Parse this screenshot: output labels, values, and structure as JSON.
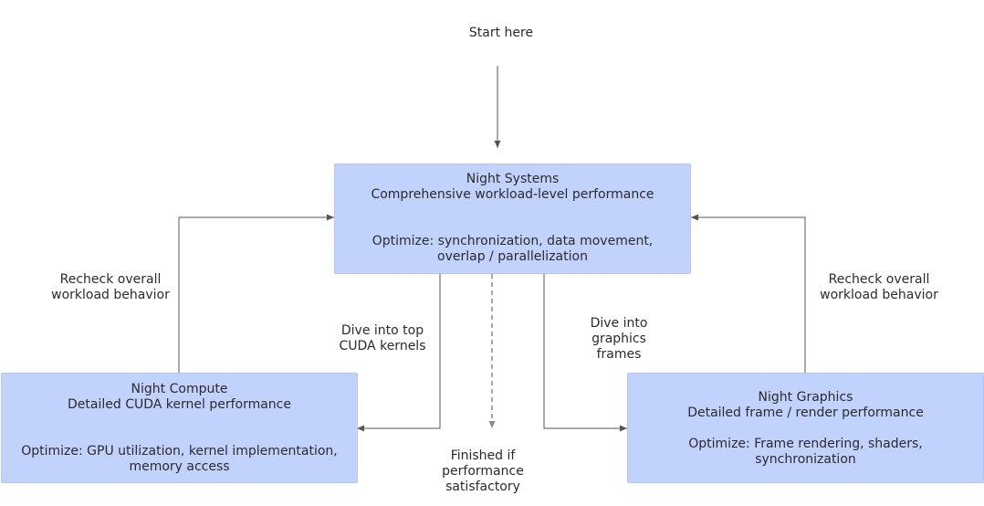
{
  "start": "Start here",
  "systems": {
    "title": "Night Systems",
    "subtitle": "Comprehensive workload-level performance",
    "optimize_1": "Optimize: synchronization, data movement,",
    "optimize_2": "overlap / parallelization"
  },
  "compute": {
    "title": "Night Compute",
    "subtitle": "Detailed CUDA kernel performance",
    "optimize_1": "Optimize: GPU utilization, kernel implementation,",
    "optimize_2": "memory access"
  },
  "graphics": {
    "title": "Night Graphics",
    "subtitle": "Detailed frame / render performance",
    "optimize_1": "Optimize: Frame rendering, shaders,",
    "optimize_2": "synchronization"
  },
  "edges": {
    "recheck_left_1": "Recheck overall",
    "recheck_left_2": "workload behavior",
    "recheck_right_1": "Recheck overall",
    "recheck_right_2": "workload behavior",
    "dive_cuda_1": "Dive into top",
    "dive_cuda_2": "CUDA kernels",
    "dive_graphics_1": "Dive into",
    "dive_graphics_2": "graphics",
    "dive_graphics_3": "frames",
    "finished_1": "Finished if",
    "finished_2": "performance",
    "finished_3": "satisfactory"
  },
  "colors": {
    "box_fill": "#c1d2fc",
    "edge": "#555555",
    "text": "#2b2b2b"
  }
}
